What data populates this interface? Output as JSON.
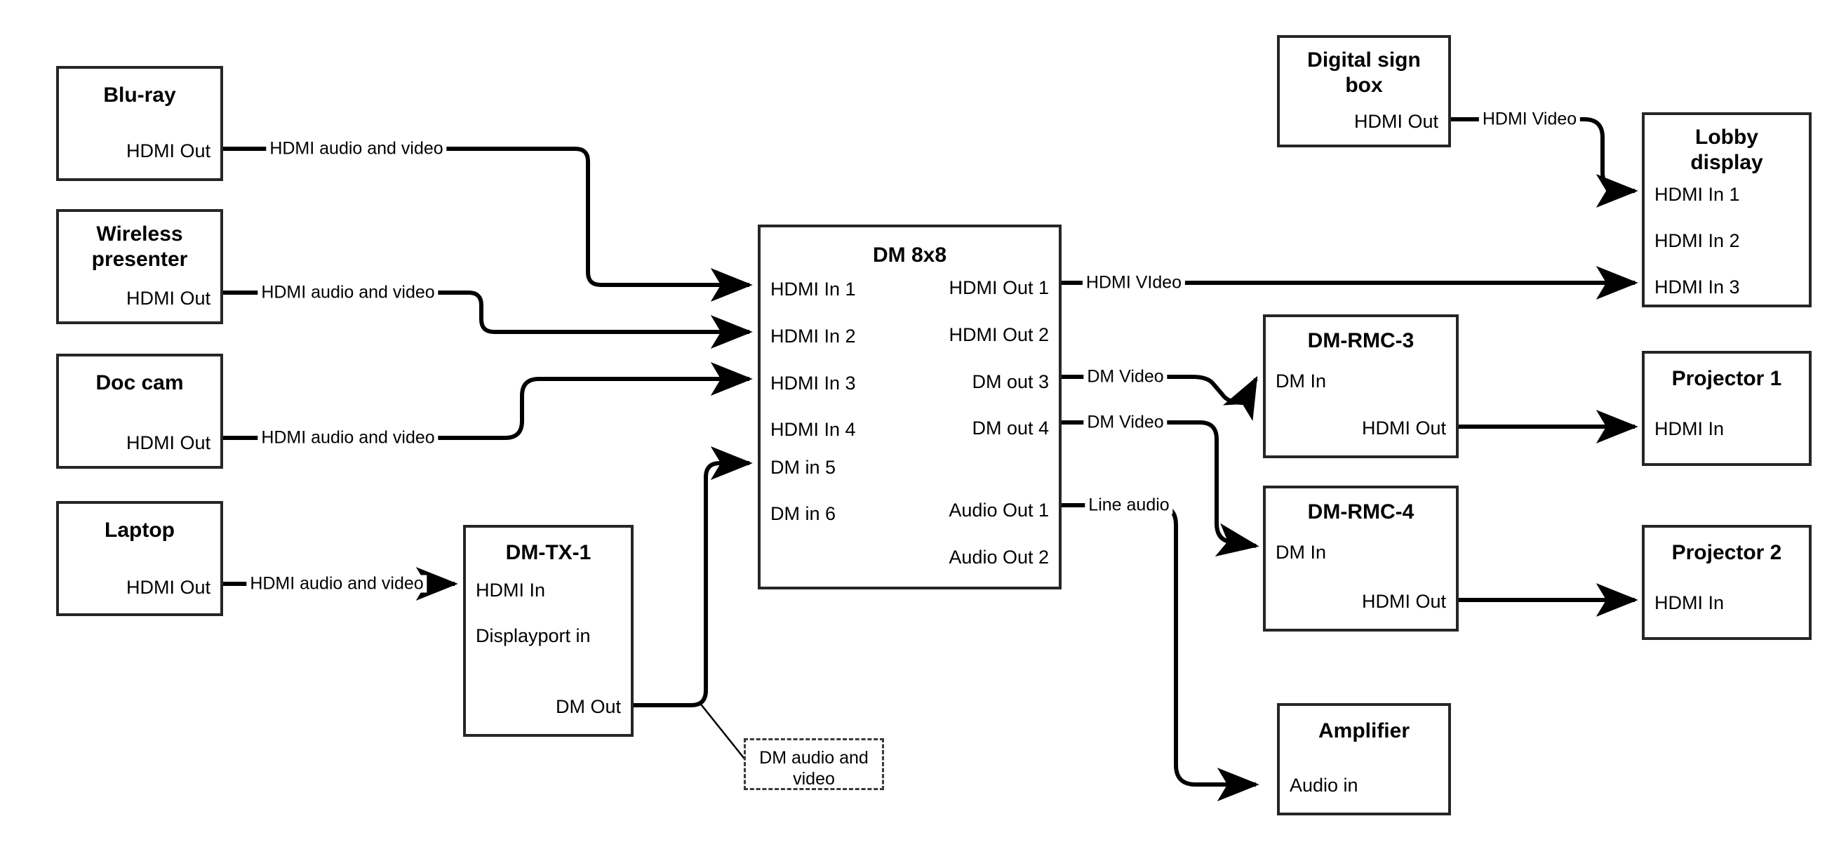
{
  "diagram": {
    "title": "AV signal flow diagram",
    "colors": {
      "box_border": "#262626",
      "wire": "#000000",
      "background": "#ffffff",
      "callout_border": "#3a3a3a"
    },
    "nodes": [
      {
        "id": "bluray",
        "title": "Blu-ray",
        "ports": [
          {
            "label": "HDMI Out",
            "align": "right"
          }
        ]
      },
      {
        "id": "wireless",
        "title": "Wireless presenter",
        "ports": [
          {
            "label": "HDMI Out",
            "align": "right"
          }
        ]
      },
      {
        "id": "doccam",
        "title": "Doc cam",
        "ports": [
          {
            "label": "HDMI Out",
            "align": "right"
          }
        ]
      },
      {
        "id": "laptop",
        "title": "Laptop",
        "ports": [
          {
            "label": "HDMI Out",
            "align": "right"
          }
        ]
      },
      {
        "id": "dmtx1",
        "title": "DM-TX-1",
        "ports": [
          {
            "label": "HDMI In",
            "align": "left"
          },
          {
            "label": "Displayport in",
            "align": "left"
          },
          {
            "label": "DM Out",
            "align": "right"
          }
        ]
      },
      {
        "id": "dm8x8",
        "title": "DM 8x8",
        "ports": [
          {
            "label": "HDMI In 1",
            "align": "left"
          },
          {
            "label": "HDMI In 2",
            "align": "left"
          },
          {
            "label": "HDMI In 3",
            "align": "left"
          },
          {
            "label": "HDMI In 4",
            "align": "left"
          },
          {
            "label": "DM in 5",
            "align": "left"
          },
          {
            "label": "DM in 6",
            "align": "left"
          },
          {
            "label": "HDMI Out 1",
            "align": "right"
          },
          {
            "label": "HDMI Out 2",
            "align": "right"
          },
          {
            "label": "DM out 3",
            "align": "right"
          },
          {
            "label": "DM out 4",
            "align": "right"
          },
          {
            "label": "Audio Out 1",
            "align": "right"
          },
          {
            "label": "Audio Out 2",
            "align": "right"
          }
        ]
      },
      {
        "id": "digitalsign",
        "title": "Digital sign box",
        "ports": [
          {
            "label": "HDMI Out",
            "align": "right"
          }
        ]
      },
      {
        "id": "lobby",
        "title": "Lobby display",
        "ports": [
          {
            "label": "HDMI In 1",
            "align": "left"
          },
          {
            "label": "HDMI In 2",
            "align": "left"
          },
          {
            "label": "HDMI In 3",
            "align": "left"
          }
        ]
      },
      {
        "id": "dmrmc3",
        "title": "DM-RMC-3",
        "ports": [
          {
            "label": "DM In",
            "align": "left"
          },
          {
            "label": "HDMI Out",
            "align": "right"
          }
        ]
      },
      {
        "id": "dmrmc4",
        "title": "DM-RMC-4",
        "ports": [
          {
            "label": "DM In",
            "align": "left"
          },
          {
            "label": "HDMI Out",
            "align": "right"
          }
        ]
      },
      {
        "id": "projector1",
        "title": "Projector 1",
        "ports": [
          {
            "label": "HDMI In",
            "align": "left"
          }
        ]
      },
      {
        "id": "projector2",
        "title": "Projector 2",
        "ports": [
          {
            "label": "HDMI In",
            "align": "left"
          }
        ]
      },
      {
        "id": "amplifier",
        "title": "Amplifier",
        "ports": [
          {
            "label": "Audio in",
            "align": "left"
          }
        ]
      },
      {
        "id": "callout",
        "title": "",
        "ports": [
          {
            "label": "DM audio and video",
            "align": "center"
          }
        ]
      }
    ],
    "edges": [
      {
        "id": "e1",
        "from": "bluray.HDMI Out",
        "to": "dm8x8.HDMI In 1",
        "label": "HDMI audio and video"
      },
      {
        "id": "e2",
        "from": "wireless.HDMI Out",
        "to": "dm8x8.HDMI In 2",
        "label": "HDMI audio and video"
      },
      {
        "id": "e3",
        "from": "doccam.HDMI Out",
        "to": "dm8x8.HDMI In 3",
        "label": "HDMI audio and video"
      },
      {
        "id": "e4",
        "from": "laptop.HDMI Out",
        "to": "dmtx1.HDMI In",
        "label": "HDMI audio and video"
      },
      {
        "id": "e5",
        "from": "dmtx1.DM Out",
        "to": "dm8x8.DM in 5",
        "label": "DM audio and video"
      },
      {
        "id": "e6",
        "from": "dm8x8.HDMI Out 1",
        "to": "lobby.HDMI In 3",
        "label": "HDMI VIdeo"
      },
      {
        "id": "e7",
        "from": "dm8x8.DM out 3",
        "to": "dmrmc3.DM In",
        "label": "DM Video"
      },
      {
        "id": "e8",
        "from": "dm8x8.DM out 4",
        "to": "dmrmc4.DM In",
        "label": "DM Video"
      },
      {
        "id": "e9",
        "from": "dm8x8.Audio Out 1",
        "to": "amplifier.Audio in",
        "label": "Line audio"
      },
      {
        "id": "e10",
        "from": "digitalsign.HDMI Out",
        "to": "lobby.HDMI In 1",
        "label": "HDMI Video"
      },
      {
        "id": "e11",
        "from": "dmrmc3.HDMI Out",
        "to": "projector1.HDMI In",
        "label": ""
      },
      {
        "id": "e12",
        "from": "dmrmc4.HDMI Out",
        "to": "projector2.HDMI In",
        "label": ""
      }
    ],
    "edge_labels": {
      "bluray_to_dm": "HDMI audio and video",
      "wireless_to_dm": "HDMI audio and video",
      "doccam_to_dm": "HDMI audio and video",
      "laptop_to_tx": "HDMI audio and video",
      "tx_to_dm": "DM audio and video",
      "dm_hdmiout1": "HDMI VIdeo",
      "dm_dmout3": "DM Video",
      "dm_dmout4": "DM Video",
      "dm_audioout1": "Line audio",
      "sign_to_lobby": "HDMI Video"
    },
    "node_titles": {
      "bluray": "Blu-ray",
      "wireless_l1": "Wireless",
      "wireless_l2": "presenter",
      "doccam": "Doc cam",
      "laptop": "Laptop",
      "dmtx1": "DM-TX-1",
      "dm8x8": "DM 8x8",
      "sign_l1": "Digital sign",
      "sign_l2": "box",
      "lobby_l1": "Lobby",
      "lobby_l2": "display",
      "dmrmc3": "DM-RMC-3",
      "dmrmc4": "DM-RMC-4",
      "projector1": "Projector 1",
      "projector2": "Projector 2",
      "amplifier": "Amplifier",
      "callout_l1": "DM audio and",
      "callout_l2": "video"
    },
    "port_labels": {
      "hdmi_out": "HDMI Out",
      "hdmi_in": "HDMI In",
      "displayport_in": "Displayport in",
      "dm_out": "DM Out",
      "dm_in": "DM In",
      "audio_in": "Audio in",
      "dm8x8_in1": "HDMI In 1",
      "dm8x8_in2": "HDMI In 2",
      "dm8x8_in3": "HDMI In 3",
      "dm8x8_in4": "HDMI In 4",
      "dm8x8_in5": "DM in 5",
      "dm8x8_in6": "DM in 6",
      "dm8x8_out1": "HDMI Out 1",
      "dm8x8_out2": "HDMI Out 2",
      "dm8x8_out3": "DM out 3",
      "dm8x8_out4": "DM out 4",
      "dm8x8_aout1": "Audio Out 1",
      "dm8x8_aout2": "Audio Out 2",
      "lobby_in1": "HDMI In 1",
      "lobby_in2": "HDMI In 2",
      "lobby_in3": "HDMI In 3"
    }
  }
}
